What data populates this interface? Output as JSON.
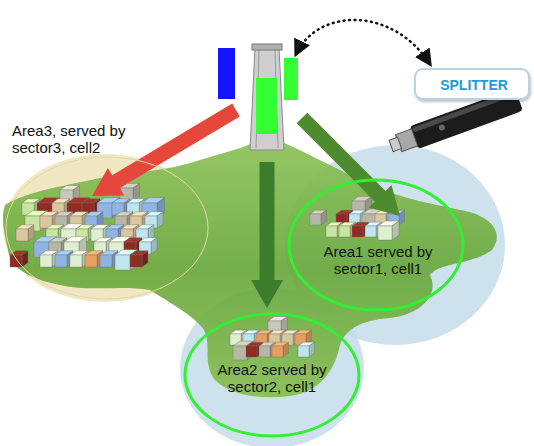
{
  "diagram": {
    "nodes": [
      {
        "text": [
          "SPLITTER"
        ]
      },
      {
        "text": [
          "Area3, served by sector3, cell2"
        ]
      },
      {
        "text": [
          "Area1 served by sector1, cell1"
        ]
      },
      {
        "text": [
          "Area2 served by sector2, cell1"
        ]
      }
    ]
  }
}
